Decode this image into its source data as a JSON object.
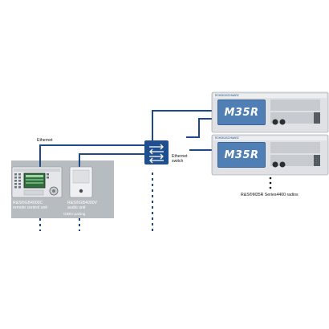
{
  "labels": {
    "ethernet_link": "Ethernet",
    "ethernet_switch": [
      "Ethernet",
      "switch"
    ],
    "remote_control_unit": [
      "R&S®GB4000C",
      "remote control unit"
    ],
    "audio_unit": [
      "R&S®GB4000V",
      "audio unit"
    ],
    "pairing_caption": "GB5V pairing",
    "radios_caption": "R&S®M35R Series4400 radios"
  },
  "radios": [
    {
      "brand": "M35R",
      "logo_text": "ROHDE&SCHWARZ"
    },
    {
      "brand": "M35R",
      "logo_text": "ROHDE&SCHWARZ"
    }
  ],
  "colors": {
    "link_blue": "#1e4a8c",
    "switch_blue": "#1f4f8f",
    "panel_grey": "#b7bcc1",
    "device_grey": "#dfe1e4",
    "screen_green": "#2f6f3a"
  }
}
